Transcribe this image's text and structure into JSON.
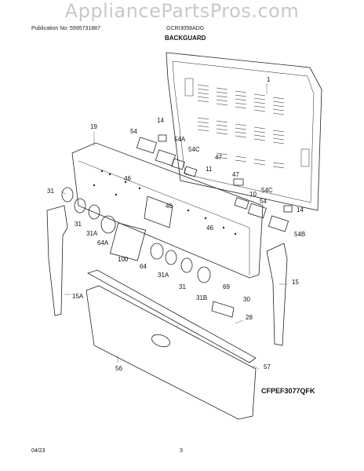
{
  "watermark": "AppliancePartsPros.com",
  "header": {
    "publication": "Publication No: 5995731887",
    "model": "GCRI3058ADG",
    "section": "BACKGUARD"
  },
  "diagram_code": "CFPEF3077QFK",
  "footer": {
    "date": "04/23",
    "page": "3"
  },
  "callouts": {
    "c1": "1",
    "c19": "19",
    "c14a": "14",
    "c54a": "54",
    "c54A": "54A",
    "c54C_top": "54C",
    "c47a": "47",
    "c11": "11",
    "c46a": "46",
    "c31_left": "31",
    "c31_knob": "31",
    "c31A_left": "31A",
    "c64A": "64A",
    "c100": "100",
    "c46b": "46",
    "c46c": "46",
    "c64": "64",
    "c31A_mid": "31A",
    "c31_mid": "31",
    "c69": "69",
    "c31B": "31B",
    "c47b": "47",
    "c10": "10",
    "c54C_right": "54C",
    "c54b": "54",
    "c14b": "14",
    "c54B": "54B",
    "c15": "15",
    "c15A": "15A",
    "c30": "30",
    "c28": "28",
    "c56": "56",
    "c57": "57"
  }
}
